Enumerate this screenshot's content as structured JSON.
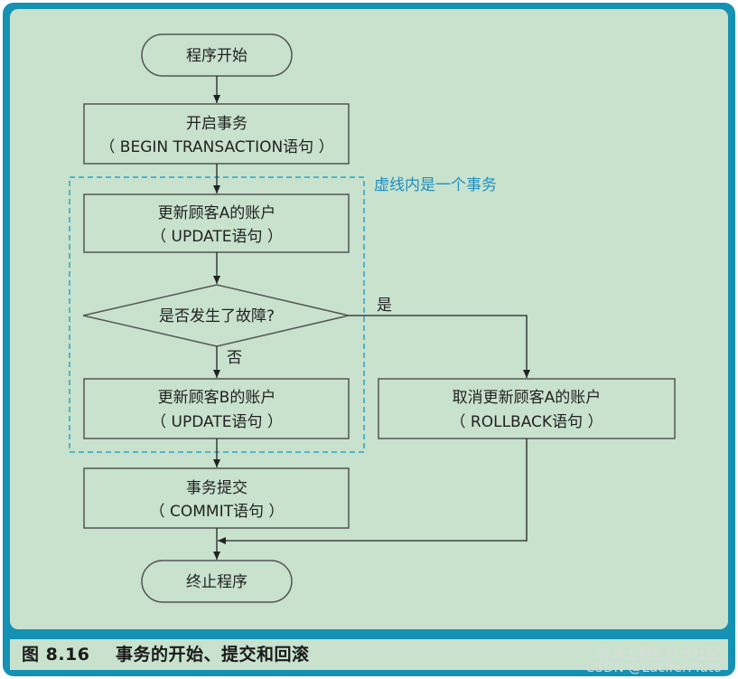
{
  "nodes": {
    "start": "程序开始",
    "begin_line1": "开启事务",
    "begin_line2": "（ BEGIN TRANSACTION语句 ）",
    "update_a_line1": "更新顾客A的账户",
    "update_a_line2": "（ UPDATE语句 ）",
    "decision": "是否发生了故障?",
    "update_b_line1": "更新顾客B的账户",
    "update_b_line2": "（ UPDATE语句 ）",
    "rollback_line1": "取消更新顾客A的账户",
    "rollback_line2": "（ ROLLBACK语句 ）",
    "commit_line1": "事务提交",
    "commit_line2": "（ COMMIT语句 ）",
    "end": "终止程序"
  },
  "labels": {
    "transaction_scope": "虚线内是一个事务",
    "yes": "是",
    "no": "否"
  },
  "caption": "图 8.16    事务的开始、提交和回滚",
  "watermark": {
    "line1": "@稀土掘金技术社区",
    "line2": "CSDN @LuciferPluto"
  },
  "colors": {
    "frame": "#1591b4",
    "panel": "#c8e2cd",
    "node_stroke": "#555555",
    "dashed_scope": "#2aa3c8",
    "annotation": "#1f8fc0"
  }
}
